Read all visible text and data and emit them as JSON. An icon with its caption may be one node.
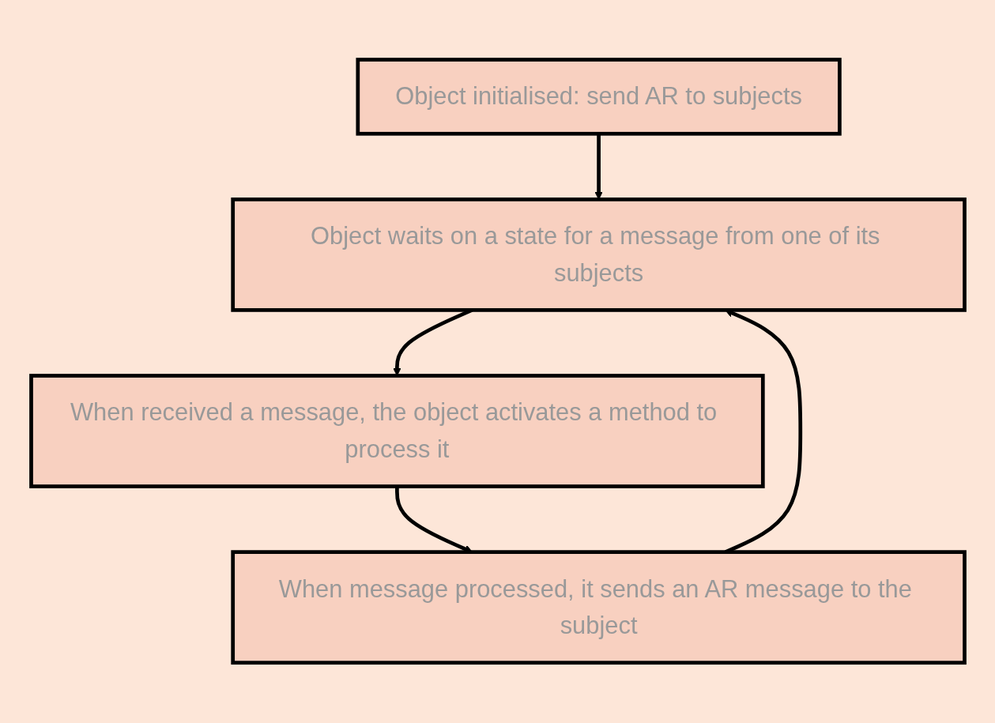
{
  "diagram": {
    "nodes": [
      {
        "text": [
          "Object initialised: send AR to subjects"
        ]
      },
      {
        "text": [
          "Object waits on a state for a message from one of its subjects"
        ]
      },
      {
        "text": [
          "When received a message, the object activates a method to process it"
        ]
      },
      {
        "text": [
          "When message processed, it sends an AR message to the subject"
        ]
      }
    ],
    "edges": [
      {
        "from": 0,
        "to": 1,
        "arrow": "to"
      },
      {
        "from": 1,
        "to": 2,
        "arrow": "to"
      },
      {
        "from": 2,
        "to": 3,
        "arrow": "to"
      },
      {
        "from": 3,
        "to": 1,
        "arrow": "to"
      }
    ]
  }
}
